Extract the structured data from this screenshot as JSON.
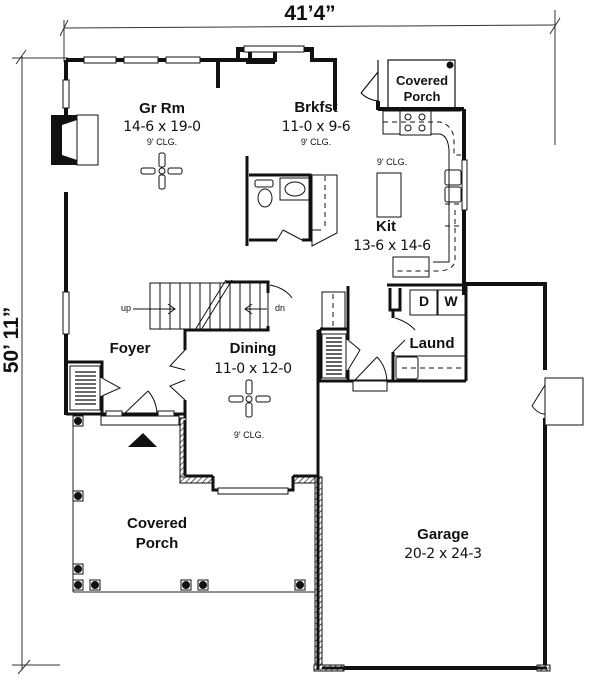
{
  "dimensions": {
    "overall_width": "41’4”",
    "overall_depth": "50’ 11”"
  },
  "rooms": {
    "great_room": {
      "name": "Gr Rm",
      "size": "14-6 x 19-0",
      "ceiling": "9' CLG."
    },
    "breakfast": {
      "name": "Brkfst",
      "size": "11-0 x 9-6",
      "ceiling": "9' CLG."
    },
    "kitchen": {
      "name": "Kit",
      "size": "13-6 x 14-6",
      "ceiling": "9' CLG."
    },
    "rear_porch": {
      "name_line1": "Covered",
      "name_line2": "Porch"
    },
    "foyer": {
      "name": "Foyer"
    },
    "dining": {
      "name": "Dining",
      "size": "11-0 x 12-0",
      "ceiling": "9' CLG."
    },
    "laundry": {
      "name": "Laund",
      "dryer": "D",
      "washer": "W"
    },
    "front_porch": {
      "name_line1": "Covered",
      "name_line2": "Porch"
    },
    "garage": {
      "name": "Garage",
      "size": "20-2 x 24-3"
    }
  },
  "stairs": {
    "up_label": "up",
    "down_label": "dn"
  },
  "colors": {
    "wall": "#111111",
    "background": "#ffffff",
    "line": "#222222"
  }
}
